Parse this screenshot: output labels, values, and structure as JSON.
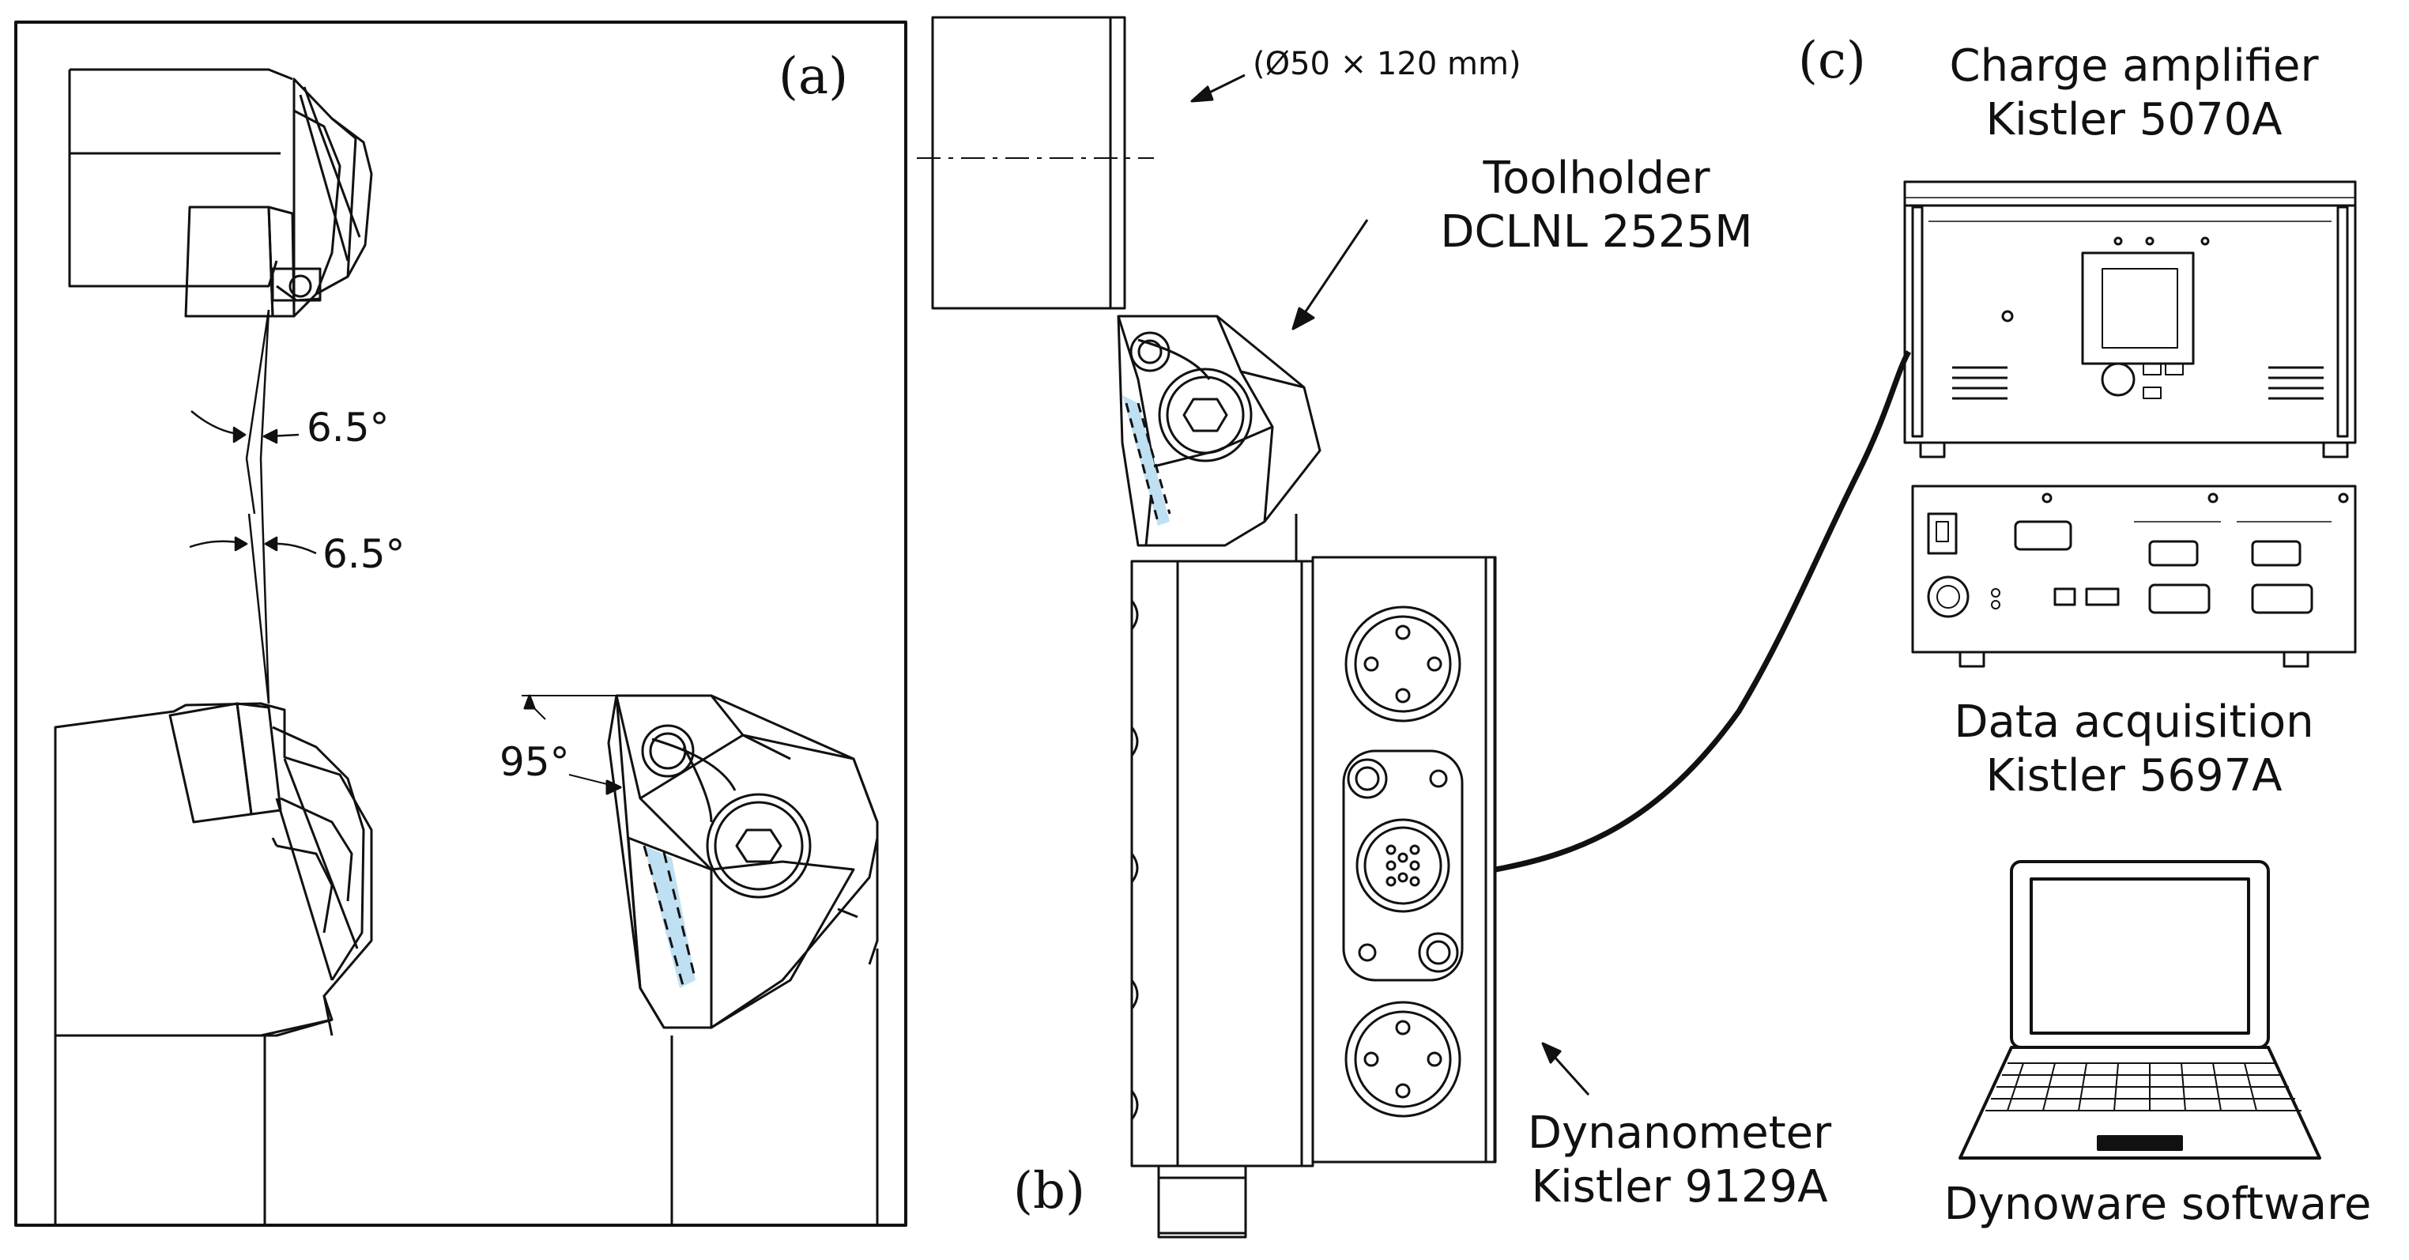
{
  "panel_a": {
    "letter": "(a)",
    "angle_top": "6.5°",
    "angle_mid": "6.5°",
    "angle_lead": "95°"
  },
  "panel_b": {
    "letter": "(b)",
    "workpiece_dim": "(Ø50 × 120 mm)",
    "toolholder_line1": "Toolholder",
    "toolholder_line2": "DCLNL 2525M",
    "dynamometer_line1": "Dynanometer",
    "dynamometer_line2": "Kistler 9129A"
  },
  "panel_c": {
    "letter": "(c)",
    "amplifier_line1": "Charge amplifier",
    "amplifier_line2": "Kistler 5070A",
    "daq_line1": "Data acquisition",
    "daq_line2": "Kistler 5697A",
    "software": "Dynoware software"
  },
  "colors": {
    "insert_highlight": "#bfe0f2",
    "ink": "#111111"
  }
}
